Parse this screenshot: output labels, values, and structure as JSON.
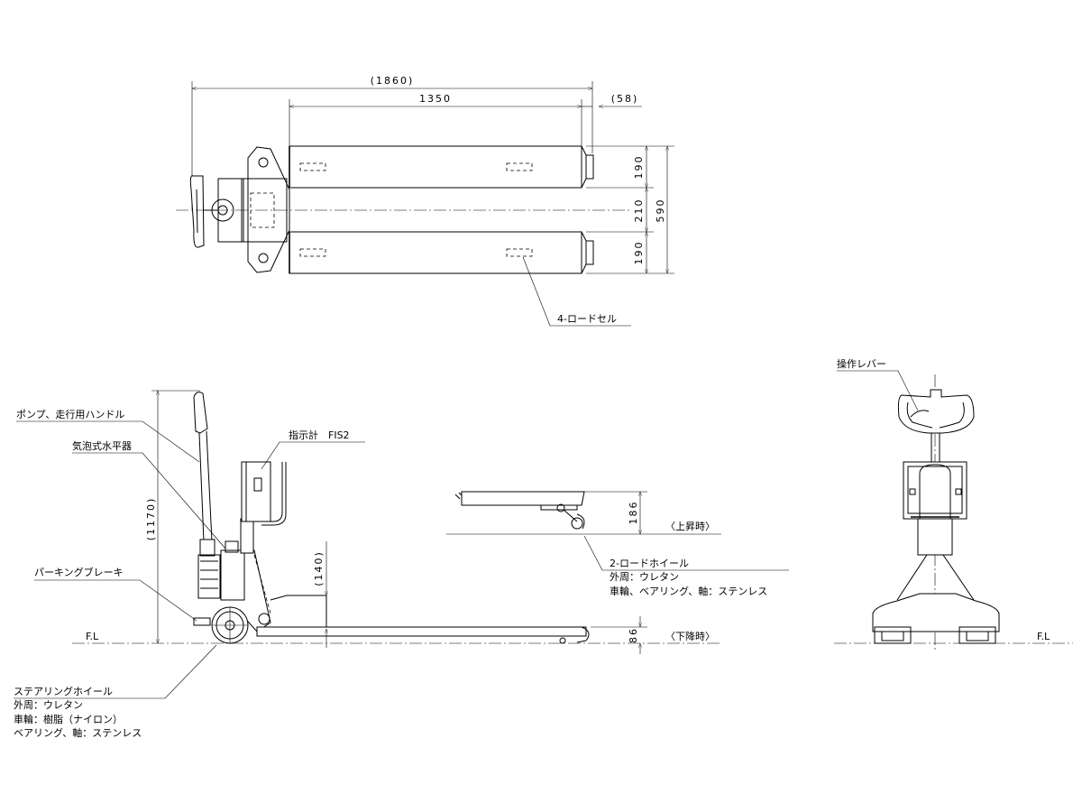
{
  "top_view": {
    "dim_overall_length": "(1860)",
    "dim_fork_length": "1350",
    "dim_tip": "(58)",
    "dim_fork_width_upper": "190",
    "dim_fork_gap": "210",
    "dim_fork_width_lower": "190",
    "dim_overall_width": "590",
    "load_cell_label": "4-ロードセル"
  },
  "side_view": {
    "handle_label": "ポンプ、走行用ハンドル",
    "level_label": "気泡式水平器",
    "parking_brake_label": "パーキングブレーキ",
    "indicator_label": "指示計　FIS2",
    "dim_height": "(1170)",
    "dim_platform": "(140)",
    "floor_label": "F.L",
    "steering_wheel": {
      "title": "ステアリングホイール",
      "lines": [
        "外周：ウレタン",
        "車輪：樹脂（ナイロン）",
        "ベアリング、軸：ステンレス"
      ]
    }
  },
  "raised_view": {
    "dim_raised": "186",
    "raised_label": "〈上昇時〉",
    "dim_lowered": "86",
    "lowered_label": "〈下降時〉",
    "load_wheel": {
      "title": "2-ロードホイール",
      "lines": [
        "外周：ウレタン",
        "車輪、ベアリング、軸：ステンレス"
      ]
    }
  },
  "front_view": {
    "lever_label": "操作レバー",
    "floor_label": "F.L"
  }
}
